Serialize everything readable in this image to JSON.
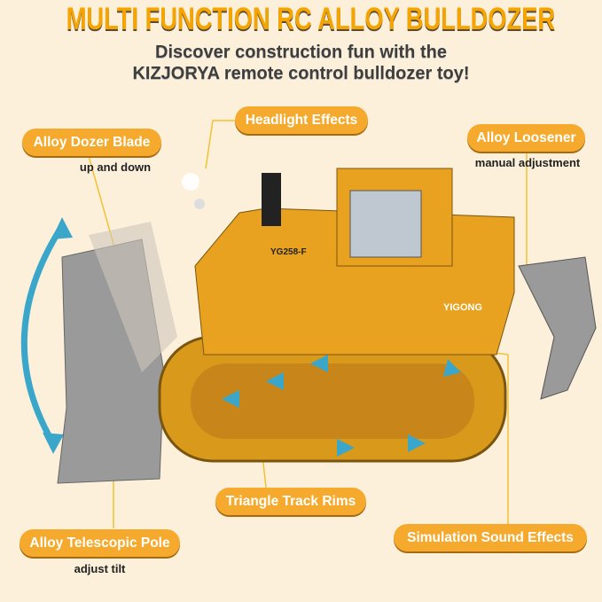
{
  "header": {
    "title": "MULTI FUNCTION RC ALLOY BULLDOZER",
    "subtitle_line1": "Discover construction fun with the",
    "subtitle_line2": "KIZJORYA remote control bulldozer toy!"
  },
  "features": [
    {
      "label": "Headlight Effects"
    },
    {
      "label": "Alloy Dozer Blade",
      "note": "up and down"
    },
    {
      "label": "Alloy Loosener",
      "note": "manual adjustment"
    },
    {
      "label": "Triangle Track Rims"
    },
    {
      "label": "Alloy Telescopic Pole",
      "note": "adjust tilt"
    },
    {
      "label": "Simulation Sound Effects"
    }
  ],
  "product_decals": {
    "model": "YG258-F",
    "brand": "YIGONG"
  },
  "colors": {
    "background": "#fdf0db",
    "accent": "#f5aa2e",
    "title": "#f6a500",
    "body": "#e8a21f",
    "arrow": "#3aa6c9"
  }
}
